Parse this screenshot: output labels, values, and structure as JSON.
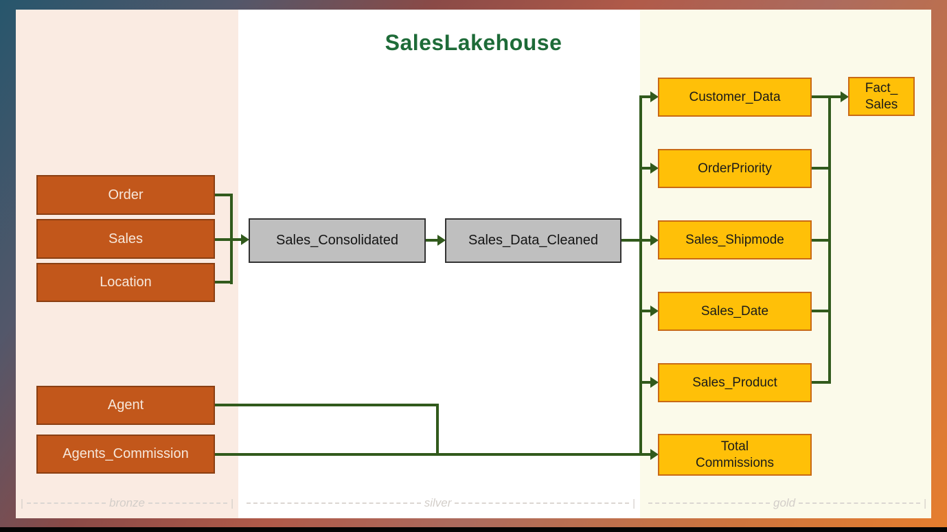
{
  "title": "SalesLakehouse",
  "diagram_type": "medallion-lakehouse-dataflow",
  "zone_labels": {
    "bronze": {
      "left_pipe": "|",
      "name": "bronze",
      "right_pipe": "|"
    },
    "silver": {
      "left_pipe": "",
      "name": "silver",
      "right_pipe": "|"
    },
    "gold": {
      "left_pipe": "",
      "name": "gold",
      "right_pipe": "|"
    }
  },
  "nodes": {
    "order": {
      "label": "Order",
      "zone": "bronze"
    },
    "sales": {
      "label": "Sales",
      "zone": "bronze"
    },
    "location": {
      "label": "Location",
      "zone": "bronze"
    },
    "agent": {
      "label": "Agent",
      "zone": "bronze"
    },
    "agents_commission": {
      "label": "Agents_Commission",
      "zone": "bronze"
    },
    "sales_consolidated": {
      "label": "Sales_Consolidated",
      "zone": "silver"
    },
    "sales_data_cleaned": {
      "label": "Sales_Data_Cleaned",
      "zone": "silver"
    },
    "customer_data": {
      "label": "Customer_Data",
      "zone": "gold"
    },
    "order_priority": {
      "label": "OrderPriority",
      "zone": "gold"
    },
    "sales_shipmode": {
      "label": "Sales_Shipmode",
      "zone": "gold"
    },
    "sales_date": {
      "label": "Sales_Date",
      "zone": "gold"
    },
    "sales_product": {
      "label": "Sales_Product",
      "zone": "gold"
    },
    "total_commissions": {
      "line1": "Total",
      "line2": "Commissions",
      "zone": "gold"
    },
    "fact_sales": {
      "line1": "Fact_",
      "line2": "Sales",
      "zone": "gold"
    }
  },
  "edges": [
    {
      "from": "Order",
      "to": "Sales_Consolidated"
    },
    {
      "from": "Sales",
      "to": "Sales_Consolidated"
    },
    {
      "from": "Location",
      "to": "Sales_Consolidated"
    },
    {
      "from": "Sales_Consolidated",
      "to": "Sales_Data_Cleaned"
    },
    {
      "from": "Sales_Data_Cleaned",
      "to": "Customer_Data"
    },
    {
      "from": "Sales_Data_Cleaned",
      "to": "OrderPriority"
    },
    {
      "from": "Sales_Data_Cleaned",
      "to": "Sales_Shipmode"
    },
    {
      "from": "Sales_Data_Cleaned",
      "to": "Sales_Date"
    },
    {
      "from": "Sales_Data_Cleaned",
      "to": "Sales_Product"
    },
    {
      "from": "Sales_Data_Cleaned",
      "to": "Total Commissions"
    },
    {
      "from": "Agent",
      "to": "Total Commissions"
    },
    {
      "from": "Agents_Commission",
      "to": "Total Commissions"
    },
    {
      "from": "Customer_Data",
      "to": "Fact_Sales"
    },
    {
      "from": "OrderPriority",
      "to": "Fact_Sales"
    },
    {
      "from": "Sales_Shipmode",
      "to": "Fact_Sales"
    },
    {
      "from": "Sales_Date",
      "to": "Fact_Sales"
    },
    {
      "from": "Sales_Product",
      "to": "Fact_Sales"
    }
  ],
  "colors": {
    "bronze_box_fill": "#C2571B",
    "bronze_box_border": "#8A3F12",
    "bronze_box_text": "#F6E7DB",
    "silver_box_fill": "#BFBFBF",
    "silver_box_border": "#333333",
    "silver_box_text": "#141414",
    "gold_box_fill": "#FFC008",
    "gold_box_border": "#C96A15",
    "gold_box_text": "#1A1A1A",
    "connector_green": "#315A1C",
    "title_green": "#1E6B38",
    "bronze_zone_bg": "#FAEBE2",
    "silver_zone_bg": "#FFFFFF",
    "gold_zone_bg": "#FBFAEA",
    "zone_label_gray": "#D3CEC9"
  }
}
